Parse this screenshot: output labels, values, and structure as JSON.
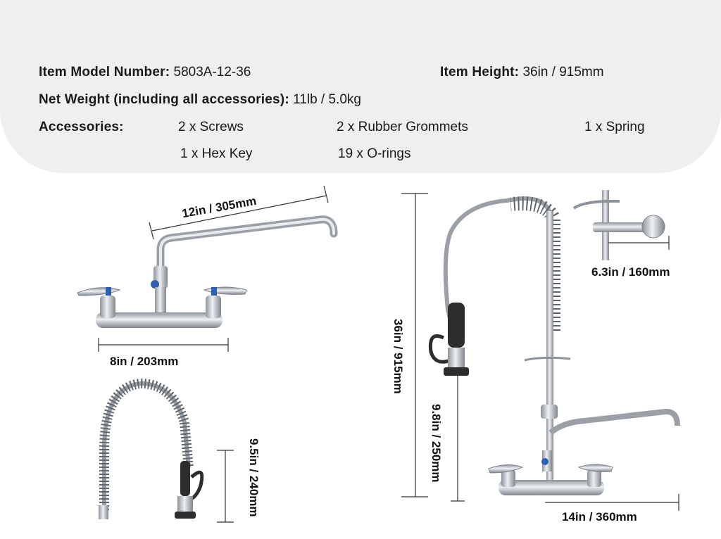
{
  "specs": {
    "model_label": "Item Model Number:",
    "model_value": "5803A-12-36",
    "height_label": "Item Height:",
    "height_value": "36in / 915mm",
    "weight_label": "Net Weight (including all accessories):",
    "weight_value": "11lb / 5.0kg",
    "accessories_label": "Accessories:",
    "accessories": [
      "2 x Screws",
      "2 x Rubber Grommets",
      "1 x Spring",
      "1 x Hex Key",
      "19 x O-rings"
    ]
  },
  "dimensions": {
    "spout_length": "12in / 305mm",
    "faucet_center": "8in / 203mm",
    "bracket_length": "6.3in / 160mm",
    "total_height": "36in / 915mm",
    "hose_height": "9.8in / 250mm",
    "base_width": "14in / 360mm",
    "spring_height": "9.5in / 240mm"
  },
  "colors": {
    "panel_bg": "#efefef",
    "chrome": "#b9bec4",
    "handle_accent": "#2f5fb3"
  }
}
